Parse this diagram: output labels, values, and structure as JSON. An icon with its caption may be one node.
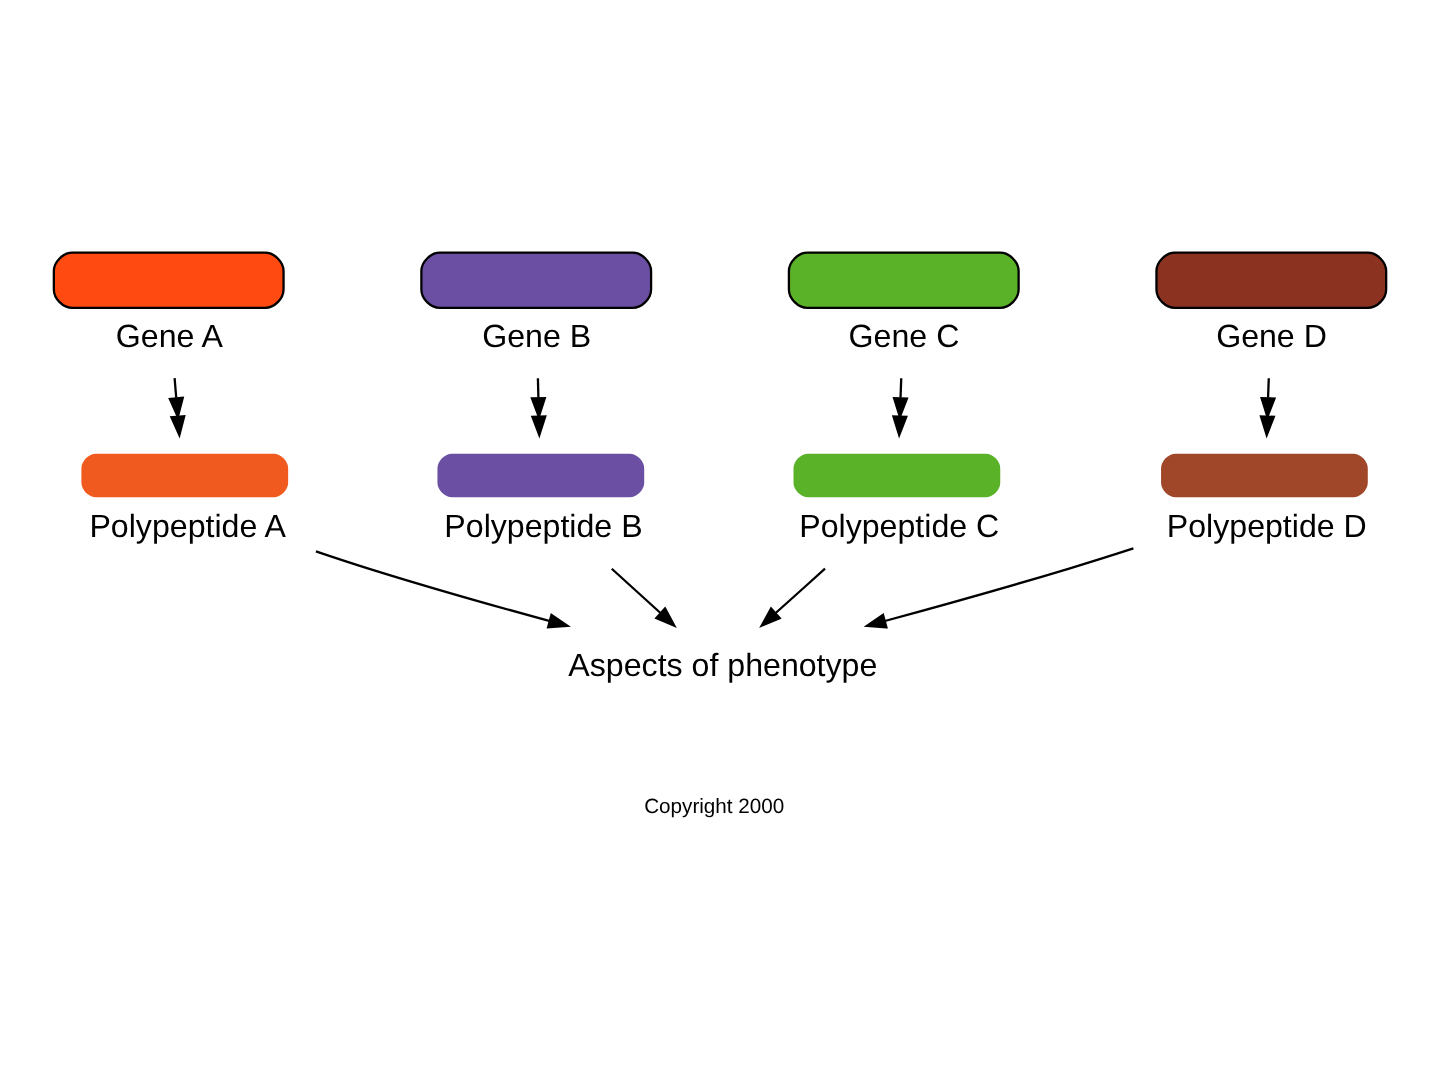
{
  "diagram": {
    "nodes": [
      {
        "text": [
          "Gene A"
        ]
      },
      {
        "text": [
          "Gene B"
        ]
      },
      {
        "text": [
          "Gene C"
        ]
      },
      {
        "text": [
          "Gene D"
        ]
      },
      {
        "text": [
          "Polypeptide A"
        ]
      },
      {
        "text": [
          "Polypeptide B"
        ]
      },
      {
        "text": [
          "Polypeptide C"
        ]
      },
      {
        "text": [
          "Polypeptide D"
        ]
      },
      {
        "text": [
          "Aspects of phenotype"
        ]
      }
    ],
    "edges": [
      {
        "from": 0,
        "to": 4,
        "arrow": "to"
      },
      {
        "from": 1,
        "to": 5,
        "arrow": "to"
      },
      {
        "from": 2,
        "to": 6,
        "arrow": "to"
      },
      {
        "from": 3,
        "to": 7,
        "arrow": "to"
      },
      {
        "from": 4,
        "to": 8,
        "arrow": "to"
      },
      {
        "from": 5,
        "to": 8,
        "arrow": "to"
      },
      {
        "from": 6,
        "to": 8,
        "arrow": "to"
      },
      {
        "from": 7,
        "to": 8,
        "arrow": "to"
      }
    ],
    "labels": [
      "Copyright 2000"
    ]
  }
}
